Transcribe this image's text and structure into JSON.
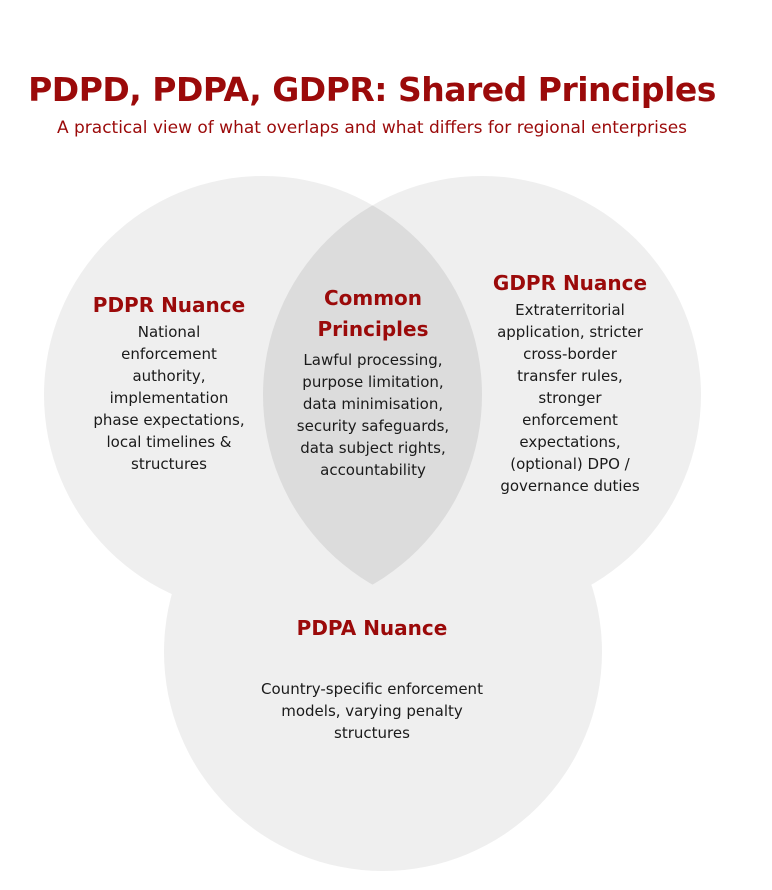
{
  "title": "PDPD, PDPA, GDPR: Shared Principles",
  "subtitle": "A practical view of what overlaps and what differs for regional enterprises",
  "colors": {
    "accent": "#9b0a0a",
    "circle": "#efefef",
    "overlap": "#dcdcdc"
  },
  "sets": {
    "pdpr": {
      "title": "PDPR Nuance",
      "body": "National\nenforcement\nauthority,\nimplementation\nphase expectations,\nlocal timelines &\nstructures"
    },
    "common": {
      "title": "Common\nPrinciples",
      "body": "Lawful processing,\npurpose limitation,\ndata minimisation,\nsecurity safeguards,\ndata subject rights,\naccountability"
    },
    "gdpr": {
      "title": "GDPR Nuance",
      "body": "Extraterritorial\napplication, stricter\ncross-border\ntransfer rules,\nstronger\nenforcement\nexpectations,\n(optional) DPO /\ngovernance duties"
    },
    "pdpa": {
      "title": "PDPA Nuance",
      "body": "Country-specific enforcement\nmodels, varying penalty\nstructures"
    }
  }
}
